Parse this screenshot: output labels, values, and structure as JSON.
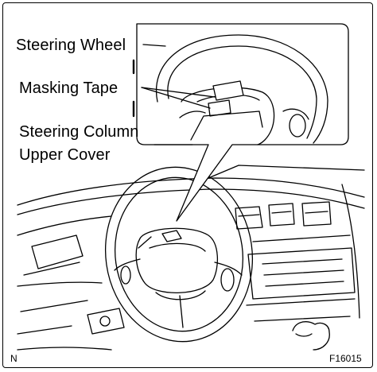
{
  "labels": {
    "steering_wheel": "Steering Wheel",
    "masking_tape": "Masking Tape",
    "steering_column_line1": "Steering Column",
    "steering_column_line2": "Upper Cover"
  },
  "corner_letter": "N",
  "figure_code": "F16015"
}
